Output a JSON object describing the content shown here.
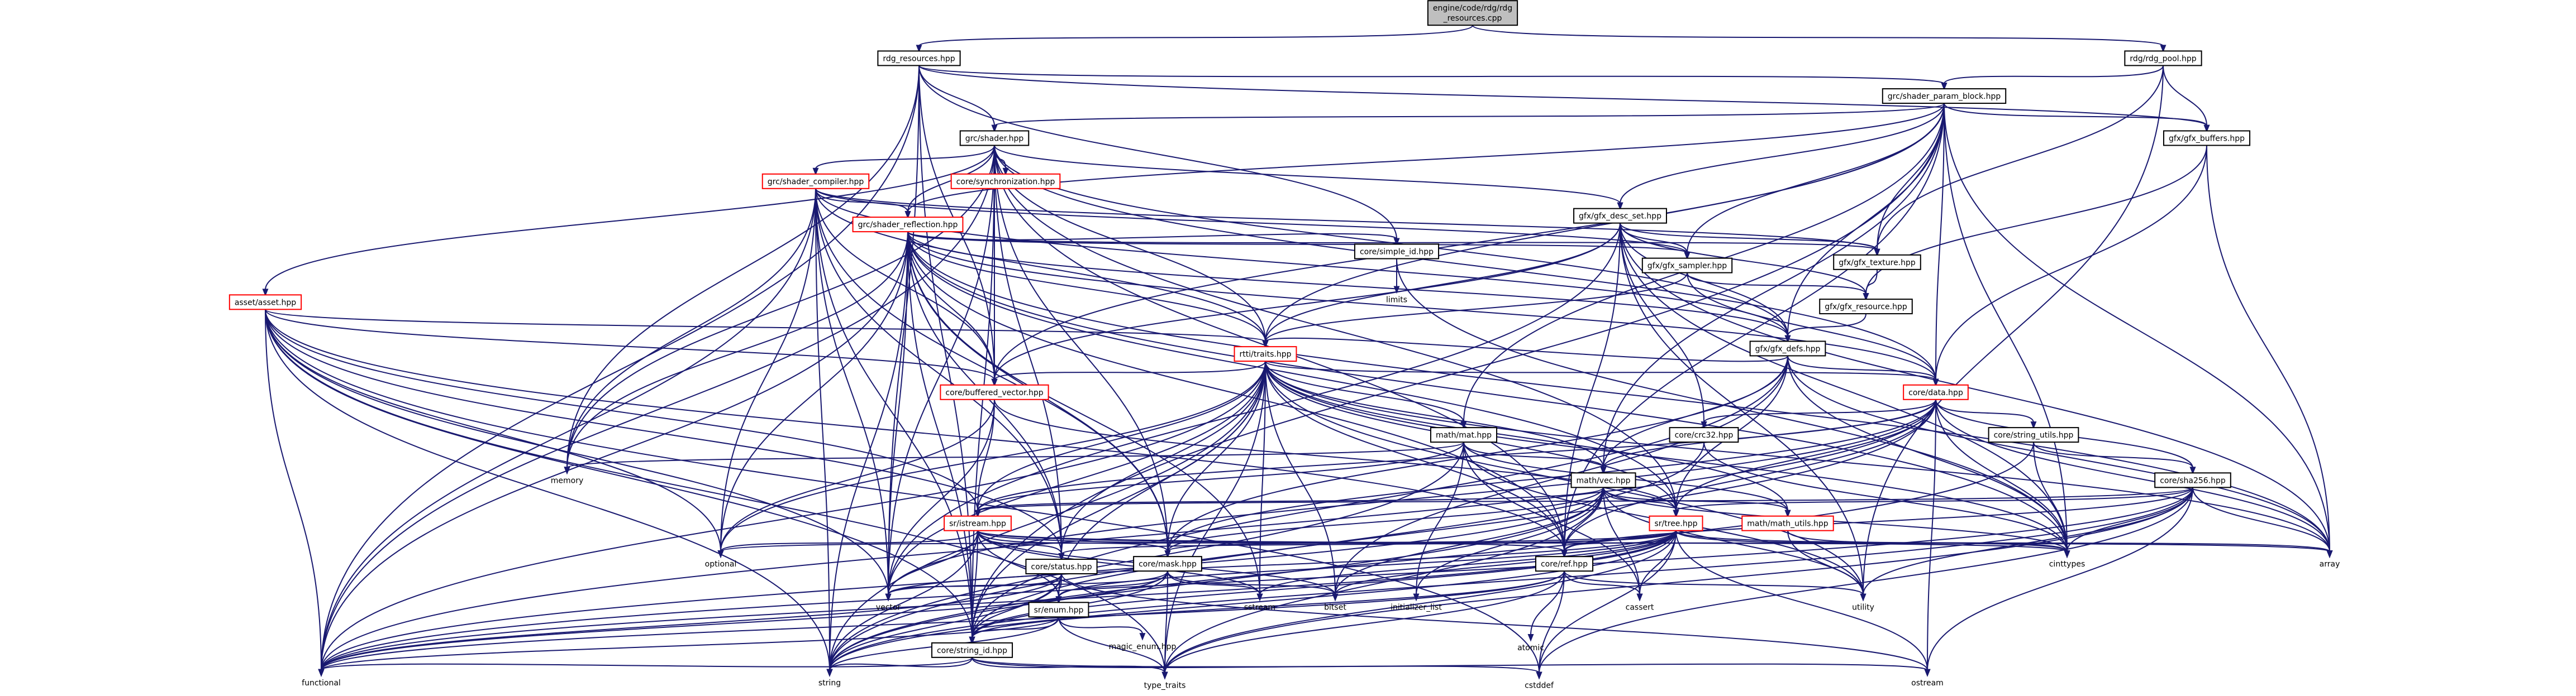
{
  "nodes": [
    {
      "id": "root",
      "label": "engine/code/rdg/rdg",
      "label2": "_resources.cpp",
      "kind": "root"
    },
    {
      "id": "rdg_resources",
      "label": "rdg_resources.hpp",
      "kind": "box"
    },
    {
      "id": "rdg_pool",
      "label": "rdg/rdg_pool.hpp",
      "kind": "box"
    },
    {
      "id": "shader_param_block",
      "label": "grc/shader_param_block.hpp",
      "kind": "box"
    },
    {
      "id": "shader",
      "label": "grc/shader.hpp",
      "kind": "box"
    },
    {
      "id": "gfx_buffers",
      "label": "gfx/gfx_buffers.hpp",
      "kind": "box"
    },
    {
      "id": "shader_compiler",
      "label": "grc/shader_compiler.hpp",
      "kind": "red"
    },
    {
      "id": "synchronization",
      "label": "core/synchronization.hpp",
      "kind": "red"
    },
    {
      "id": "gfx_desc_set",
      "label": "gfx/gfx_desc_set.hpp",
      "kind": "box"
    },
    {
      "id": "shader_reflection",
      "label": "grc/shader_reflection.hpp",
      "kind": "red"
    },
    {
      "id": "simple_id",
      "label": "core/simple_id.hpp",
      "kind": "box"
    },
    {
      "id": "gfx_sampler",
      "label": "gfx/gfx_sampler.hpp",
      "kind": "box"
    },
    {
      "id": "gfx_texture",
      "label": "gfx/gfx_texture.hpp",
      "kind": "box"
    },
    {
      "id": "gfx_resource",
      "label": "gfx/gfx_resource.hpp",
      "kind": "box"
    },
    {
      "id": "asset",
      "label": "asset/asset.hpp",
      "kind": "red"
    },
    {
      "id": "gfx_defs",
      "label": "gfx/gfx_defs.hpp",
      "kind": "box"
    },
    {
      "id": "limits",
      "label": "limits",
      "kind": "plain"
    },
    {
      "id": "rtti_traits",
      "label": "rtti/traits.hpp",
      "kind": "red"
    },
    {
      "id": "buffered_vector",
      "label": "core/buffered_vector.hpp",
      "kind": "red"
    },
    {
      "id": "core_data",
      "label": "core/data.hpp",
      "kind": "red"
    },
    {
      "id": "mat",
      "label": "math/mat.hpp",
      "kind": "box"
    },
    {
      "id": "crc32",
      "label": "core/crc32.hpp",
      "kind": "box"
    },
    {
      "id": "string_utils",
      "label": "core/string_utils.hpp",
      "kind": "box"
    },
    {
      "id": "memory",
      "label": "memory",
      "kind": "plain"
    },
    {
      "id": "vec",
      "label": "math/vec.hpp",
      "kind": "box"
    },
    {
      "id": "sha256",
      "label": "core/sha256.hpp",
      "kind": "box"
    },
    {
      "id": "sr_istream",
      "label": "sr/istream.hpp",
      "kind": "red"
    },
    {
      "id": "math_utils",
      "label": "math/math_utils.hpp",
      "kind": "red"
    },
    {
      "id": "sr_tree",
      "label": "sr/tree.hpp",
      "kind": "red"
    },
    {
      "id": "optional",
      "label": "optional",
      "kind": "plain"
    },
    {
      "id": "core_status",
      "label": "core/status.hpp",
      "kind": "box"
    },
    {
      "id": "core_mask",
      "label": "core/mask.hpp",
      "kind": "box"
    },
    {
      "id": "core_ref",
      "label": "core/ref.hpp",
      "kind": "box"
    },
    {
      "id": "cinttypes",
      "label": "cinttypes",
      "kind": "plain"
    },
    {
      "id": "array",
      "label": "array",
      "kind": "plain"
    },
    {
      "id": "vector",
      "label": "vector",
      "kind": "plain"
    },
    {
      "id": "sr_enum",
      "label": "sr/enum.hpp",
      "kind": "box"
    },
    {
      "id": "sstream",
      "label": "sstream",
      "kind": "plain"
    },
    {
      "id": "bitset",
      "label": "bitset",
      "kind": "plain"
    },
    {
      "id": "initializer_list",
      "label": "initializer_list",
      "kind": "plain"
    },
    {
      "id": "atomic",
      "label": "atomic",
      "kind": "plain"
    },
    {
      "id": "cassert",
      "label": "cassert",
      "kind": "plain"
    },
    {
      "id": "utility",
      "label": "utility",
      "kind": "plain"
    },
    {
      "id": "magic_enum",
      "label": "magic_enum.hpp",
      "kind": "plain"
    },
    {
      "id": "string_id",
      "label": "core/string_id.hpp",
      "kind": "box"
    },
    {
      "id": "functional",
      "label": "functional",
      "kind": "plain"
    },
    {
      "id": "string",
      "label": "string",
      "kind": "plain"
    },
    {
      "id": "type_traits",
      "label": "type_traits",
      "kind": "plain"
    },
    {
      "id": "cstddef",
      "label": "cstddef",
      "kind": "plain"
    },
    {
      "id": "ostream",
      "label": "ostream",
      "kind": "plain"
    }
  ],
  "edges": [
    [
      "root",
      "rdg_resources"
    ],
    [
      "root",
      "rdg_pool"
    ],
    [
      "rdg_resources",
      "shader_param_block"
    ],
    [
      "rdg_resources",
      "shader"
    ],
    [
      "rdg_resources",
      "gfx_buffers"
    ],
    [
      "rdg_resources",
      "simple_id"
    ],
    [
      "rdg_resources",
      "memory"
    ],
    [
      "rdg_resources",
      "string_id"
    ],
    [
      "rdg_resources",
      "functional"
    ],
    [
      "rdg_resources",
      "vector"
    ],
    [
      "rdg_resources",
      "buffered_vector"
    ],
    [
      "rdg_pool",
      "shader_param_block"
    ],
    [
      "rdg_pool",
      "gfx_buffers"
    ],
    [
      "rdg_pool",
      "gfx_texture"
    ],
    [
      "rdg_pool",
      "utility"
    ],
    [
      "shader_param_block",
      "shader"
    ],
    [
      "shader_param_block",
      "gfx_buffers"
    ],
    [
      "shader_param_block",
      "gfx_desc_set"
    ],
    [
      "shader_param_block",
      "shader_reflection"
    ],
    [
      "shader_param_block",
      "gfx_texture"
    ],
    [
      "shader_param_block",
      "gfx_sampler"
    ],
    [
      "shader_param_block",
      "gfx_defs"
    ],
    [
      "shader_param_block",
      "core_data"
    ],
    [
      "shader_param_block",
      "rtti_traits"
    ],
    [
      "shader_param_block",
      "mat"
    ],
    [
      "shader_param_block",
      "vec"
    ],
    [
      "shader_param_block",
      "core_ref"
    ],
    [
      "shader_param_block",
      "cinttypes"
    ],
    [
      "shader_param_block",
      "array"
    ],
    [
      "shader_param_block",
      "string_id"
    ],
    [
      "shader_param_block",
      "buffered_vector"
    ],
    [
      "shader",
      "shader_compiler"
    ],
    [
      "shader",
      "synchronization"
    ],
    [
      "shader",
      "shader_reflection"
    ],
    [
      "shader",
      "gfx_desc_set"
    ],
    [
      "shader",
      "asset"
    ],
    [
      "shader",
      "rtti_traits"
    ],
    [
      "shader",
      "buffered_vector"
    ],
    [
      "shader",
      "core_status"
    ],
    [
      "shader",
      "core_mask"
    ],
    [
      "shader",
      "core_ref"
    ],
    [
      "shader",
      "memory"
    ],
    [
      "shader",
      "functional"
    ],
    [
      "shader",
      "string_id"
    ],
    [
      "shader",
      "vector"
    ],
    [
      "shader",
      "sr_tree"
    ],
    [
      "shader",
      "gfx_defs"
    ],
    [
      "shader",
      "core_data"
    ],
    [
      "gfx_buffers",
      "gfx_resource"
    ],
    [
      "gfx_buffers",
      "core_data"
    ],
    [
      "gfx_buffers",
      "array"
    ],
    [
      "shader_compiler",
      "shader_reflection"
    ],
    [
      "shader_compiler",
      "gfx_texture"
    ],
    [
      "shader_compiler",
      "gfx_sampler"
    ],
    [
      "shader_compiler",
      "rtti_traits"
    ],
    [
      "shader_compiler",
      "buffered_vector"
    ],
    [
      "shader_compiler",
      "core_status"
    ],
    [
      "shader_compiler",
      "core_mask"
    ],
    [
      "shader_compiler",
      "memory"
    ],
    [
      "shader_compiler",
      "optional"
    ],
    [
      "shader_compiler",
      "vector"
    ],
    [
      "shader_compiler",
      "string_id"
    ],
    [
      "shader_compiler",
      "string"
    ],
    [
      "shader_compiler",
      "functional"
    ],
    [
      "shader_compiler",
      "gfx_defs"
    ],
    [
      "gfx_desc_set",
      "gfx_texture"
    ],
    [
      "gfx_desc_set",
      "gfx_sampler"
    ],
    [
      "gfx_desc_set",
      "gfx_resource"
    ],
    [
      "gfx_desc_set",
      "gfx_defs"
    ],
    [
      "gfx_desc_set",
      "buffered_vector"
    ],
    [
      "gfx_desc_set",
      "rtti_traits"
    ],
    [
      "gfx_desc_set",
      "core_ref"
    ],
    [
      "gfx_desc_set",
      "crc32"
    ],
    [
      "gfx_desc_set",
      "array"
    ],
    [
      "gfx_desc_set",
      "vector"
    ],
    [
      "gfx_desc_set",
      "utility"
    ],
    [
      "gfx_desc_set",
      "cinttypes"
    ],
    [
      "shader_reflection",
      "simple_id"
    ],
    [
      "shader_reflection",
      "gfx_texture"
    ],
    [
      "shader_reflection",
      "gfx_sampler"
    ],
    [
      "shader_reflection",
      "gfx_defs"
    ],
    [
      "shader_reflection",
      "rtti_traits"
    ],
    [
      "shader_reflection",
      "buffered_vector"
    ],
    [
      "shader_reflection",
      "core_data"
    ],
    [
      "shader_reflection",
      "core_status"
    ],
    [
      "shader_reflection",
      "core_mask"
    ],
    [
      "shader_reflection",
      "core_ref"
    ],
    [
      "shader_reflection",
      "memory"
    ],
    [
      "shader_reflection",
      "optional"
    ],
    [
      "shader_reflection",
      "vector"
    ],
    [
      "shader_reflection",
      "string_id"
    ],
    [
      "shader_reflection",
      "string"
    ],
    [
      "shader_reflection",
      "functional"
    ],
    [
      "shader_reflection",
      "sr_tree"
    ],
    [
      "shader_reflection",
      "cinttypes"
    ],
    [
      "shader_reflection",
      "sstream"
    ],
    [
      "shader_reflection",
      "array"
    ],
    [
      "simple_id",
      "limits"
    ],
    [
      "simple_id",
      "cinttypes"
    ],
    [
      "gfx_sampler",
      "gfx_resource"
    ],
    [
      "gfx_sampler",
      "rtti_traits"
    ],
    [
      "gfx_sampler",
      "core_data"
    ],
    [
      "gfx_texture",
      "gfx_resource"
    ],
    [
      "gfx_resource",
      "gfx_defs"
    ],
    [
      "asset",
      "rtti_traits"
    ],
    [
      "asset",
      "buffered_vector"
    ],
    [
      "asset",
      "core_status"
    ],
    [
      "asset",
      "core_ref"
    ],
    [
      "asset",
      "string_id"
    ],
    [
      "asset",
      "functional"
    ],
    [
      "asset",
      "vector"
    ],
    [
      "asset",
      "string"
    ],
    [
      "asset",
      "type_traits"
    ],
    [
      "asset",
      "cstddef"
    ],
    [
      "asset",
      "optional"
    ],
    [
      "asset",
      "sr_istream"
    ],
    [
      "gfx_defs",
      "core_data"
    ],
    [
      "gfx_defs",
      "rtti_traits"
    ],
    [
      "gfx_defs",
      "vec"
    ],
    [
      "gfx_defs",
      "core_mask"
    ],
    [
      "gfx_defs",
      "sr_tree"
    ],
    [
      "gfx_defs",
      "bitset"
    ],
    [
      "gfx_defs",
      "cinttypes"
    ],
    [
      "gfx_defs",
      "string_id"
    ],
    [
      "gfx_defs",
      "array"
    ],
    [
      "rtti_traits",
      "buffered_vector"
    ],
    [
      "rtti_traits",
      "core_data"
    ],
    [
      "rtti_traits",
      "mat"
    ],
    [
      "rtti_traits",
      "vec"
    ],
    [
      "rtti_traits",
      "sr_istream"
    ],
    [
      "rtti_traits",
      "sr_tree"
    ],
    [
      "rtti_traits",
      "core_status"
    ],
    [
      "rtti_traits",
      "core_mask"
    ],
    [
      "rtti_traits",
      "core_ref"
    ],
    [
      "rtti_traits",
      "math_utils"
    ],
    [
      "rtti_traits",
      "string_id"
    ],
    [
      "rtti_traits",
      "vector"
    ],
    [
      "rtti_traits",
      "string"
    ],
    [
      "rtti_traits",
      "functional"
    ],
    [
      "rtti_traits",
      "bitset"
    ],
    [
      "rtti_traits",
      "optional"
    ],
    [
      "rtti_traits",
      "type_traits"
    ],
    [
      "rtti_traits",
      "array"
    ],
    [
      "rtti_traits",
      "cinttypes"
    ],
    [
      "rtti_traits",
      "sstream"
    ],
    [
      "rtti_traits",
      "sr_enum"
    ],
    [
      "rtti_traits",
      "utility"
    ],
    [
      "buffered_vector",
      "vector"
    ],
    [
      "buffered_vector",
      "optional"
    ],
    [
      "buffered_vector",
      "sr_istream"
    ],
    [
      "buffered_vector",
      "sr_tree"
    ],
    [
      "core_data",
      "crc32"
    ],
    [
      "core_data",
      "string_utils"
    ],
    [
      "core_data",
      "sha256"
    ],
    [
      "core_data",
      "sr_tree"
    ],
    [
      "core_data",
      "sr_istream"
    ],
    [
      "core_data",
      "core_ref"
    ],
    [
      "core_data",
      "core_mask"
    ],
    [
      "core_data",
      "vec"
    ],
    [
      "core_data",
      "cinttypes"
    ],
    [
      "core_data",
      "array"
    ],
    [
      "core_data",
      "vector"
    ],
    [
      "core_data",
      "string"
    ],
    [
      "core_data",
      "ostream"
    ],
    [
      "core_data",
      "functional"
    ],
    [
      "mat",
      "vec"
    ],
    [
      "mat",
      "sr_istream"
    ],
    [
      "mat",
      "math_utils"
    ],
    [
      "mat",
      "memory"
    ],
    [
      "mat",
      "cassert"
    ],
    [
      "mat",
      "initializer_list"
    ],
    [
      "mat",
      "utility"
    ],
    [
      "mat",
      "string"
    ],
    [
      "crc32",
      "cinttypes"
    ],
    [
      "crc32",
      "string_id"
    ],
    [
      "string_utils",
      "sha256"
    ],
    [
      "string_utils",
      "cinttypes"
    ],
    [
      "string_utils",
      "string"
    ],
    [
      "vec",
      "sr_tree"
    ],
    [
      "vec",
      "sr_istream"
    ],
    [
      "vec",
      "math_utils"
    ],
    [
      "vec",
      "core_ref"
    ],
    [
      "vec",
      "core_mask"
    ],
    [
      "vec",
      "cassert"
    ],
    [
      "vec",
      "cinttypes"
    ],
    [
      "vec",
      "initializer_list"
    ],
    [
      "vec",
      "bitset"
    ],
    [
      "vec",
      "utility"
    ],
    [
      "vec",
      "string"
    ],
    [
      "vec",
      "type_traits"
    ],
    [
      "vec",
      "functional"
    ],
    [
      "sha256",
      "sr_tree"
    ],
    [
      "sha256",
      "sr_istream"
    ],
    [
      "sha256",
      "cinttypes"
    ],
    [
      "sha256",
      "array"
    ],
    [
      "sha256",
      "utility"
    ],
    [
      "sha256",
      "string"
    ],
    [
      "sha256",
      "functional"
    ],
    [
      "sha256",
      "ostream"
    ],
    [
      "sha256",
      "cstddef"
    ],
    [
      "sha256",
      "type_traits"
    ],
    [
      "sha256",
      "core_ref"
    ],
    [
      "sr_istream",
      "core_status"
    ],
    [
      "sr_istream",
      "core_ref"
    ],
    [
      "sr_istream",
      "core_mask"
    ],
    [
      "sr_istream",
      "sr_enum"
    ],
    [
      "sr_istream",
      "optional"
    ],
    [
      "sr_istream",
      "vector"
    ],
    [
      "sr_istream",
      "bitset"
    ],
    [
      "sr_istream",
      "sstream"
    ],
    [
      "sr_istream",
      "string_id"
    ],
    [
      "sr_istream",
      "string"
    ],
    [
      "sr_istream",
      "array"
    ],
    [
      "sr_istream",
      "cinttypes"
    ],
    [
      "math_utils",
      "cinttypes"
    ],
    [
      "math_utils",
      "utility"
    ],
    [
      "sr_tree",
      "core_status"
    ],
    [
      "sr_tree",
      "core_ref"
    ],
    [
      "sr_tree",
      "core_mask"
    ],
    [
      "sr_tree",
      "sr_enum"
    ],
    [
      "sr_tree",
      "optional"
    ],
    [
      "sr_tree",
      "vector"
    ],
    [
      "sr_tree",
      "sstream"
    ],
    [
      "sr_tree",
      "string_id"
    ],
    [
      "sr_tree",
      "string"
    ],
    [
      "sr_tree",
      "cassert"
    ],
    [
      "sr_tree",
      "cinttypes"
    ],
    [
      "sr_tree",
      "array"
    ],
    [
      "sr_tree",
      "bitset"
    ],
    [
      "sr_tree",
      "cstddef"
    ],
    [
      "sr_tree",
      "type_traits"
    ],
    [
      "sr_tree",
      "functional"
    ],
    [
      "sr_tree",
      "ostream"
    ],
    [
      "core_status",
      "string_id"
    ],
    [
      "core_status",
      "sr_enum"
    ],
    [
      "core_status",
      "vector"
    ],
    [
      "core_status",
      "string"
    ],
    [
      "core_status",
      "ostream"
    ],
    [
      "core_status",
      "functional"
    ],
    [
      "core_mask",
      "sr_enum"
    ],
    [
      "core_mask",
      "vector"
    ],
    [
      "core_mask",
      "bitset"
    ],
    [
      "core_mask",
      "sstream"
    ],
    [
      "core_mask",
      "string_id"
    ],
    [
      "core_mask",
      "type_traits"
    ],
    [
      "core_mask",
      "functional"
    ],
    [
      "core_ref",
      "atomic"
    ],
    [
      "core_ref",
      "cassert"
    ],
    [
      "core_ref",
      "utility"
    ],
    [
      "core_ref",
      "string_id"
    ],
    [
      "core_ref",
      "type_traits"
    ],
    [
      "core_ref",
      "cstddef"
    ],
    [
      "core_ref",
      "functional"
    ],
    [
      "sr_enum",
      "magic_enum"
    ],
    [
      "sr_enum",
      "string_id"
    ],
    [
      "sr_enum",
      "string"
    ],
    [
      "sr_enum",
      "type_traits"
    ],
    [
      "sr_enum",
      "functional"
    ],
    [
      "string_id",
      "cstddef"
    ],
    [
      "string_id",
      "ostream"
    ],
    [
      "string_id",
      "string"
    ],
    [
      "string_id",
      "functional"
    ],
    [
      "string_id",
      "type_traits"
    ]
  ]
}
